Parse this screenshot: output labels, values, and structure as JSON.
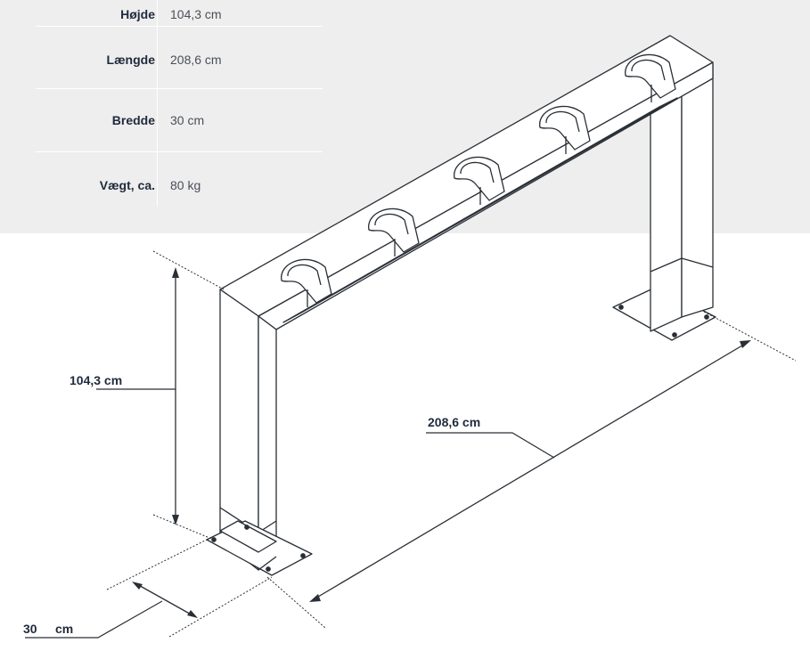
{
  "specs": [
    {
      "label": "Højde",
      "value": "104,3 cm"
    },
    {
      "label": "Længde",
      "value": "208,6 cm"
    },
    {
      "label": "Bredde",
      "value": "30 cm"
    },
    {
      "label": "Vægt, ca.",
      "value": "80 kg"
    }
  ],
  "dimensions": {
    "height": "104,3 cm",
    "length": "208,6 cm",
    "width_number": "30",
    "width_unit": "cm"
  },
  "colors": {
    "band": "#eeeeee",
    "ink": "#1f2a3c",
    "line": "#2a2f36"
  }
}
